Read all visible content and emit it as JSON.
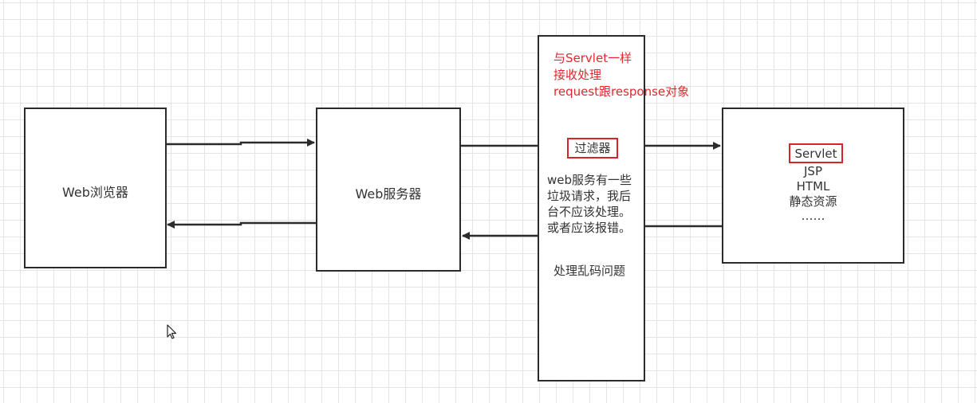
{
  "browser": {
    "label": "Web浏览器"
  },
  "server": {
    "label": "Web服务器"
  },
  "filter": {
    "note_lines": [
      "与Servlet一样",
      "接收处理",
      "request跟response对象"
    ],
    "label": "过滤器",
    "desc_lines": [
      "web服务有一些",
      "垃圾请求，我后",
      "台不应该处理。",
      "或者应该报错。"
    ],
    "extra": "处理乱码问题"
  },
  "resources": {
    "items": [
      "Servlet",
      "JSP",
      "HTML",
      "静态资源",
      "……"
    ]
  },
  "colors": {
    "highlight": "#d8232a",
    "note": "#e0282d",
    "line": "#2b2b2b"
  }
}
